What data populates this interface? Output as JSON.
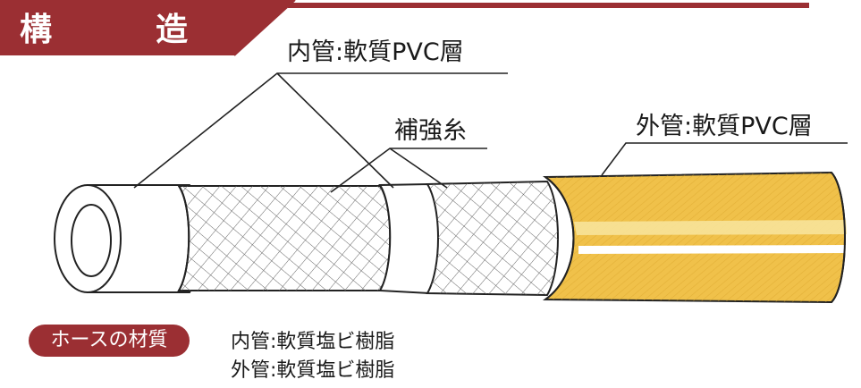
{
  "header": {
    "title": "構　造",
    "color": "#9b2f33"
  },
  "callouts": {
    "inner_tube": "内管:軟質PVC層",
    "reinforcement": "補強糸",
    "outer_tube": "外管:軟質PVC層"
  },
  "material": {
    "badge": "ホースの材質",
    "inner": "内管:軟質塩ビ樹脂",
    "outer": "外管:軟質塩ビ樹脂"
  },
  "colors": {
    "accent": "#9b2f33",
    "outer_yellow": "#f0c14a",
    "outer_stripe": "#f7e39a"
  }
}
